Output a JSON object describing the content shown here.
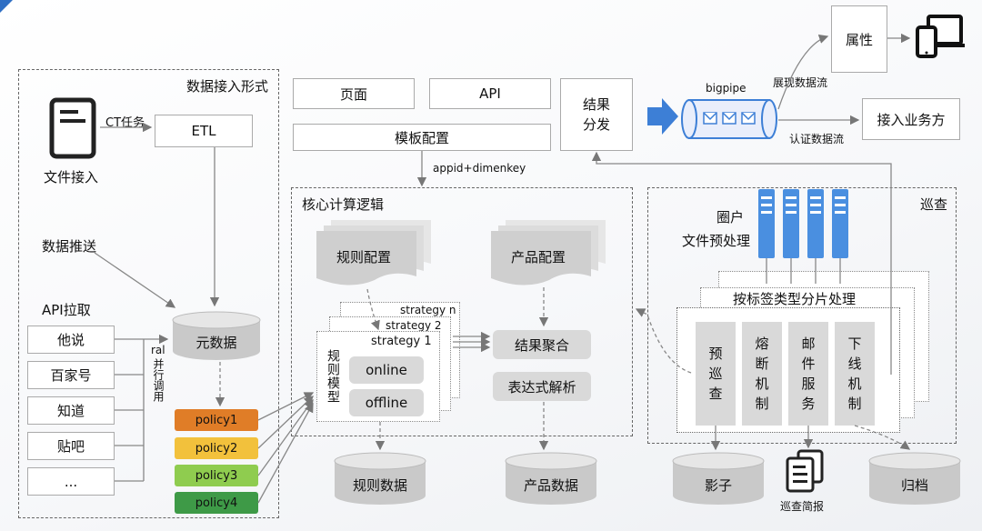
{
  "left_panel": {
    "title": "数据接入形式",
    "file_label": "文件接入",
    "ct_label": "CT任务",
    "etl_label": "ETL",
    "push_label": "数据推送",
    "api_label": "API拉取",
    "sources": [
      "他说",
      "百家号",
      "知道",
      "贴吧",
      "..."
    ],
    "parallel_prefix": "ral",
    "parallel_label": "并行调用",
    "meta_label": "元数据",
    "policies": [
      {
        "label": "policy1",
        "color": "#e07d27"
      },
      {
        "label": "policy2",
        "color": "#f2c13c"
      },
      {
        "label": "policy3",
        "color": "#8fcc4f"
      },
      {
        "label": "policy4",
        "color": "#3e9a47"
      }
    ]
  },
  "top": {
    "page_label": "页面",
    "api_label": "API",
    "template_label": "模板配置",
    "appid_label": "appid+dimenkey",
    "distribute_label": "结果分发",
    "bigpipe_label": "bigpipe",
    "show_flow_label": "展现数据流",
    "auth_flow_label": "认证数据流",
    "attr_label": "属性",
    "access_label": "接入业务方"
  },
  "core": {
    "title": "核心计算逻辑",
    "rule_config": "规则配置",
    "product_config": "产品配置",
    "strategies": [
      "strategy n",
      "strategy 2",
      "strategy 1"
    ],
    "rule_model": "规则模型",
    "online": "online",
    "offline": "offline",
    "merge": "结果聚合",
    "expr": "表达式解析",
    "rule_data": "规则数据",
    "product_data": "产品数据"
  },
  "patrol": {
    "title": "巡查",
    "circle_label": "圈户",
    "preprocess_label": "文件预处理",
    "shard_label": "按标签类型分片处理",
    "columns": [
      "预巡查",
      "熔断机制",
      "邮件服务",
      "下线机制"
    ],
    "shadow": "影子",
    "report": "巡查简报",
    "archive": "归档"
  },
  "colors": {
    "accent_blue": "#3d7fd6",
    "server_blue": "#4a8fe0",
    "gray_fill": "#d9d9d9"
  }
}
